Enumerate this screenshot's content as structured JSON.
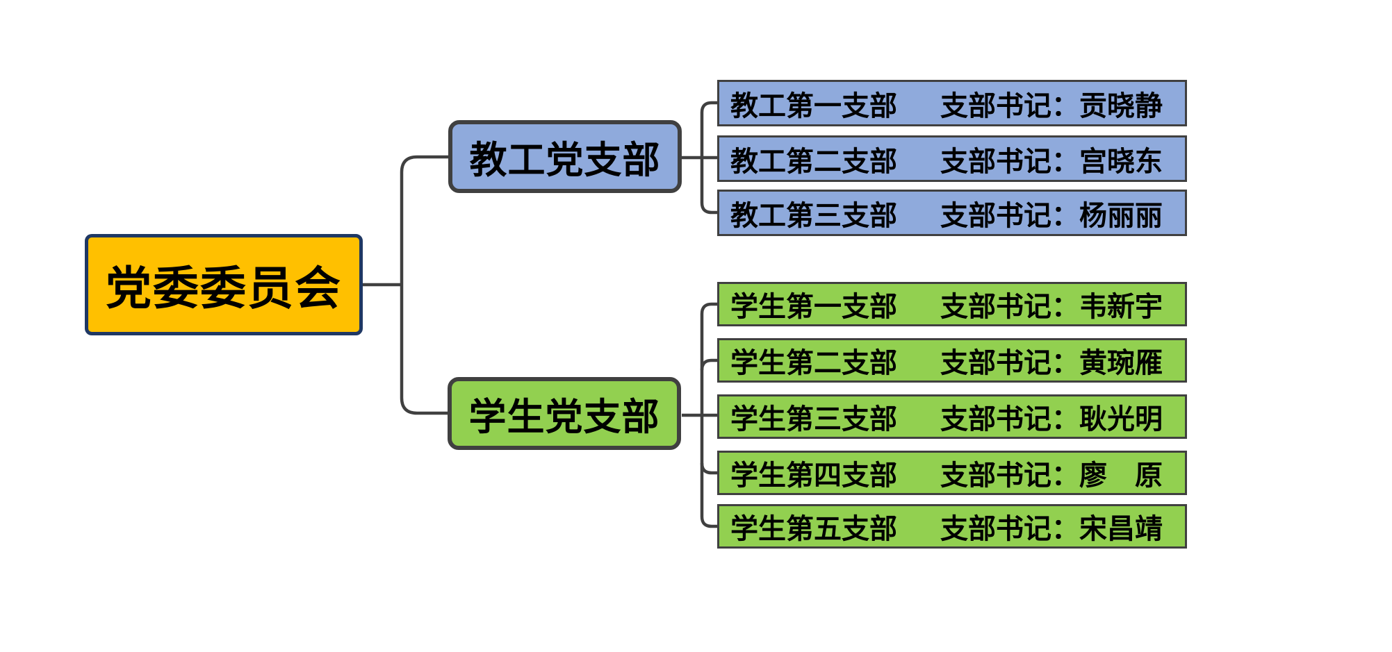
{
  "diagram": {
    "title_hint": "party-committee-org-chart",
    "root": {
      "label": "党委委员会"
    },
    "branches": [
      {
        "label": "教工党支部",
        "leaves": [
          {
            "unit": "教工第一支部",
            "secretary": "支部书记：贡晓静"
          },
          {
            "unit": "教工第二支部",
            "secretary": "支部书记：宫晓东"
          },
          {
            "unit": "教工第三支部",
            "secretary": "支部书记：杨丽丽"
          }
        ]
      },
      {
        "label": "学生党支部",
        "leaves": [
          {
            "unit": "学生第一支部",
            "secretary": "支部书记：韦新宇"
          },
          {
            "unit": "学生第二支部",
            "secretary": "支部书记：黄琬雁"
          },
          {
            "unit": "学生第三支部",
            "secretary": "支部书记：耿光明"
          },
          {
            "unit": "学生第四支部",
            "secretary": "支部书记：廖　原"
          },
          {
            "unit": "学生第五支部",
            "secretary": "支部书记：宋昌靖"
          }
        ]
      }
    ],
    "colors": {
      "root_fill": "#FFC000",
      "root_border": "#1F3864",
      "branch_blue_fill": "#8FAADC",
      "branch_green_fill": "#92D050",
      "node_border": "#404040",
      "connector_line": "#404040",
      "text": "#000000",
      "background": "#FFFFFF"
    }
  }
}
